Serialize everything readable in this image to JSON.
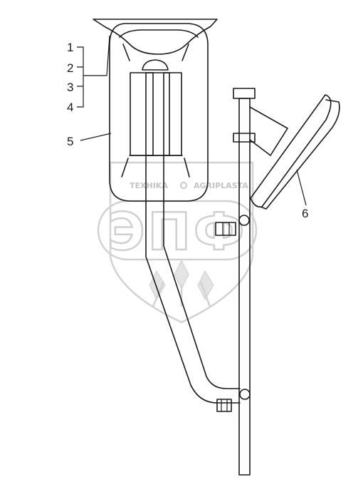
{
  "callouts": [
    {
      "label": "1"
    },
    {
      "label": "2"
    },
    {
      "label": "3"
    },
    {
      "label": "4"
    },
    {
      "label": "5"
    },
    {
      "label": "6"
    }
  ],
  "watermark": {
    "brand_left": "TEXHIKA",
    "brand_right": "AGRIPLASTA",
    "emblem": "ЭПФ"
  },
  "colors": {
    "line": "#1a1a1a",
    "watermark": "#d2d2d2"
  }
}
